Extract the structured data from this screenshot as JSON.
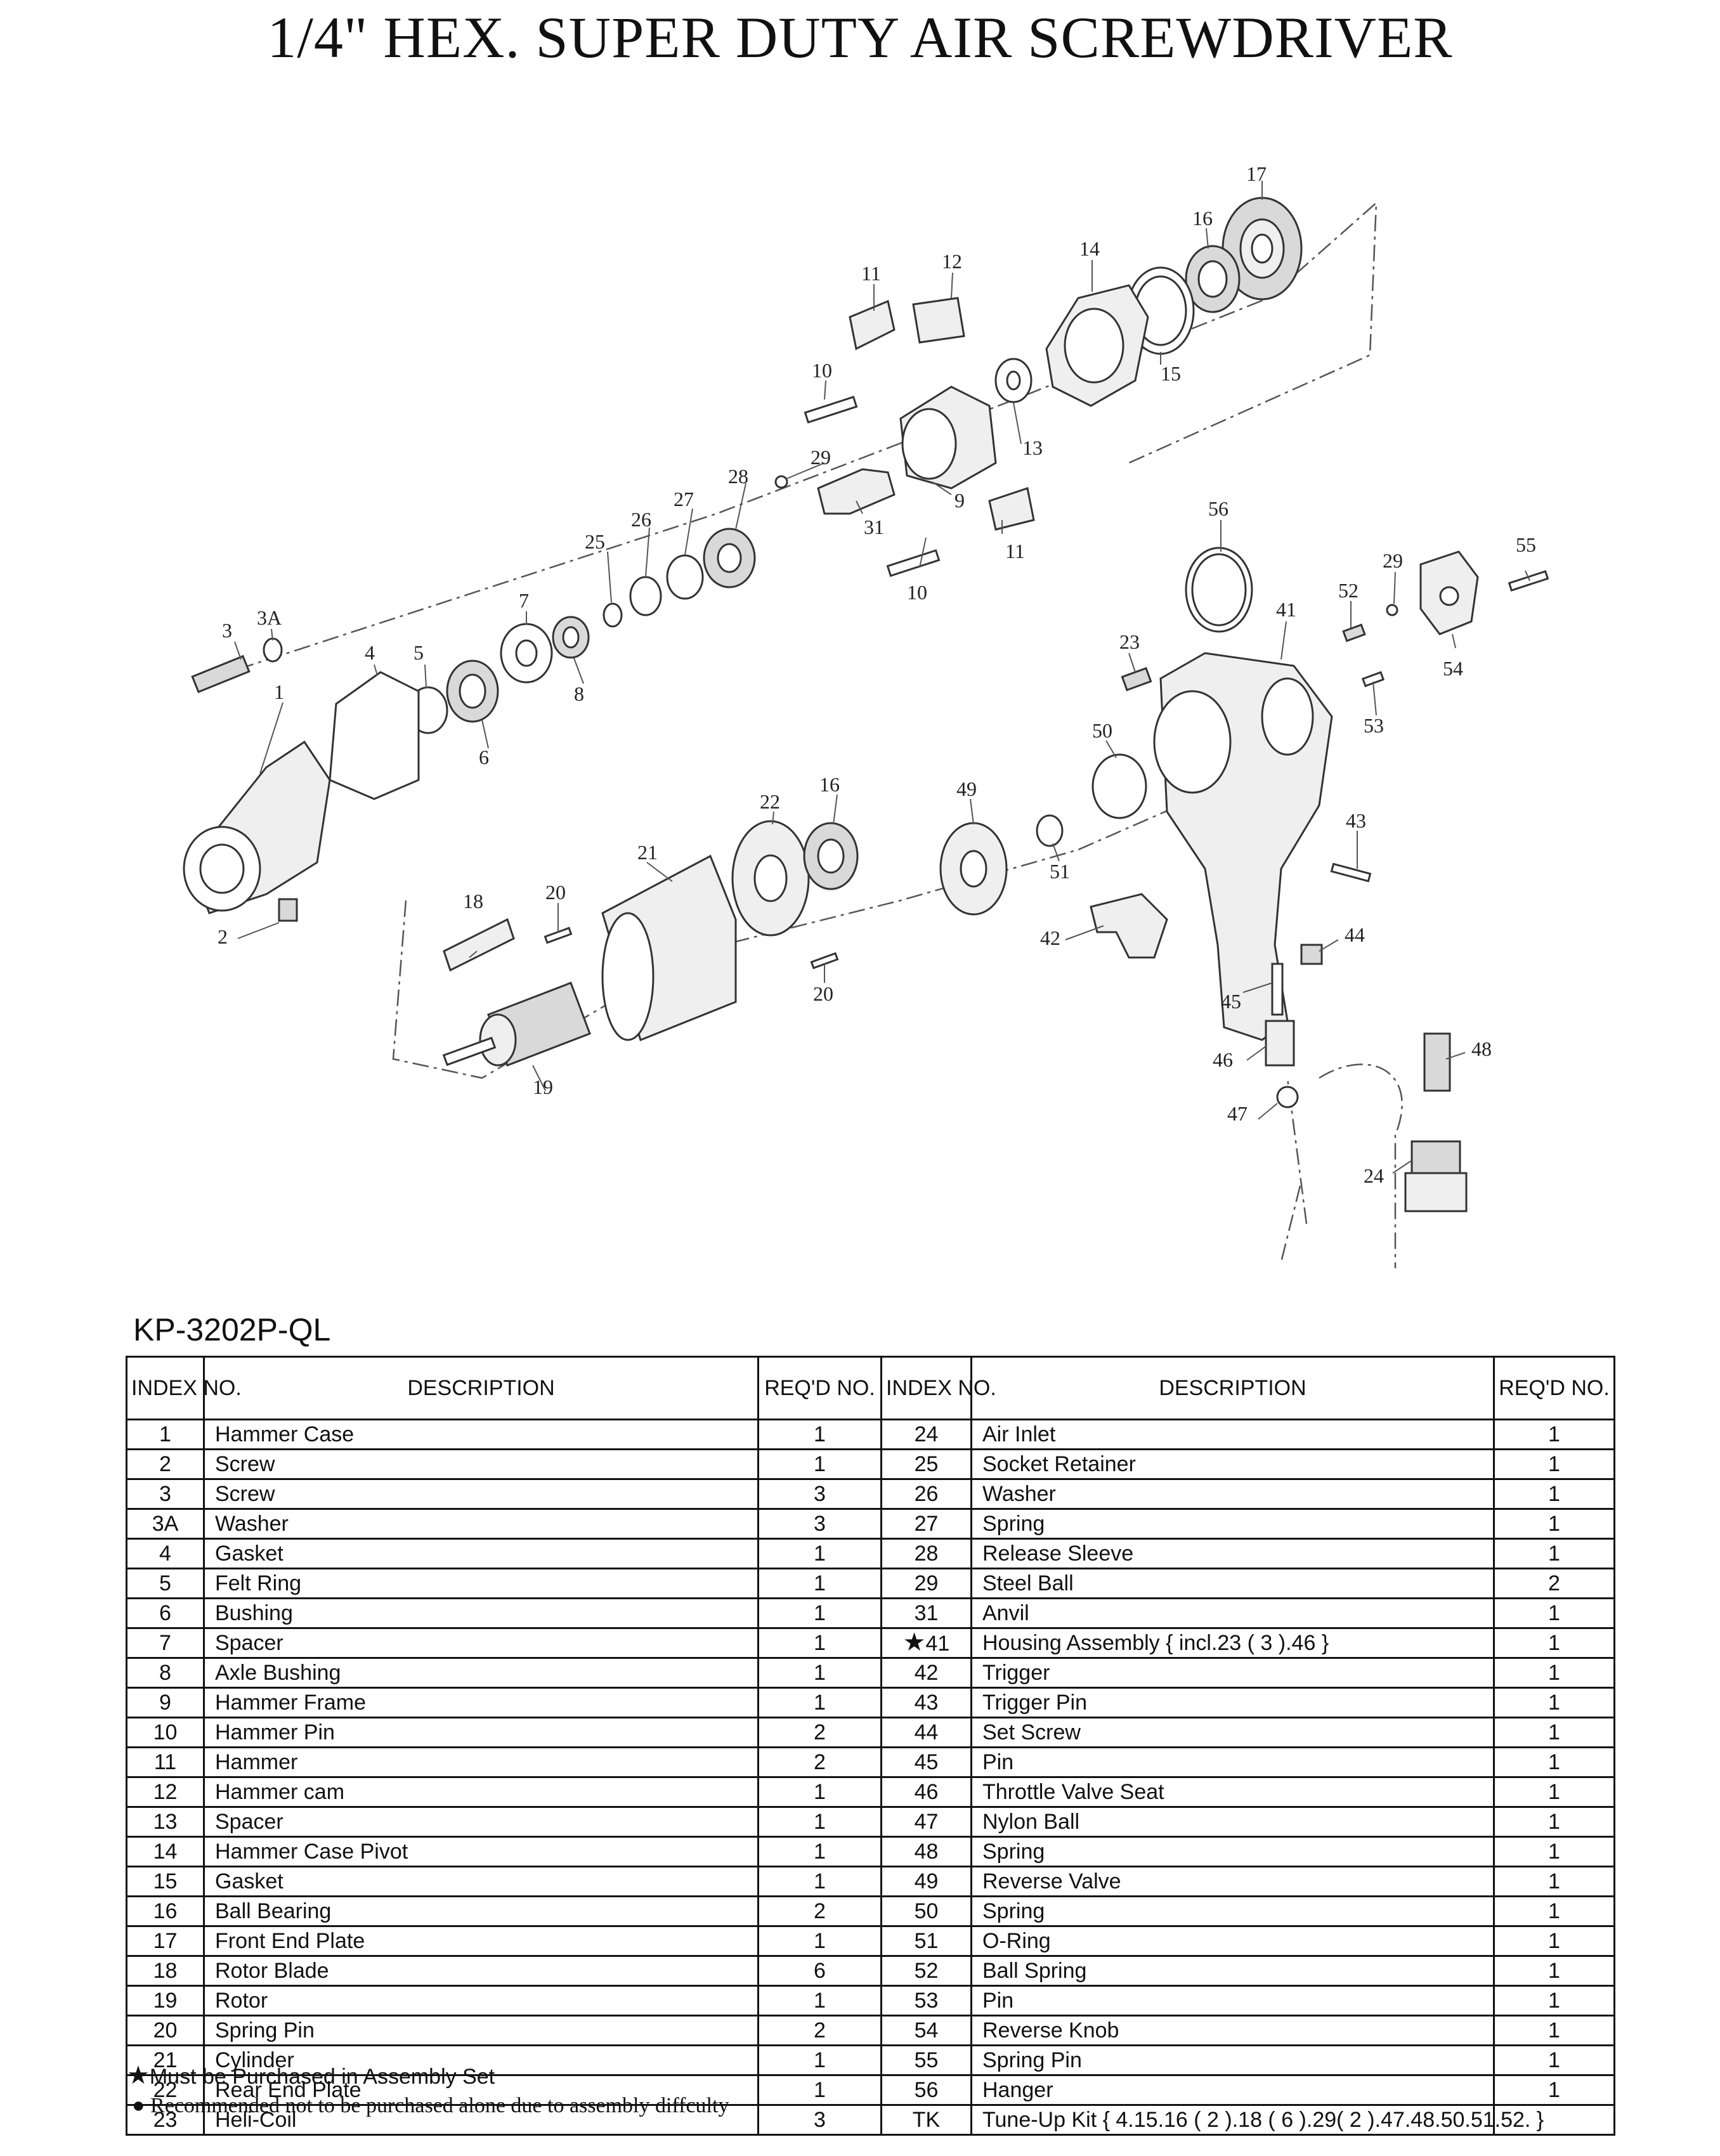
{
  "title": "1/4\" HEX. SUPER DUTY AIR SCREWDRIVER",
  "model": "KP-3202P-QL",
  "columns": {
    "index_label": "INDEX NO.",
    "description": "DESCRIPTION",
    "reqd_label": "REQ'D NO."
  },
  "parts_left": [
    {
      "index": "1",
      "description": "Hammer Case",
      "qty": "1"
    },
    {
      "index": "2",
      "description": "Screw",
      "qty": "1"
    },
    {
      "index": "3",
      "description": "Screw",
      "qty": "3"
    },
    {
      "index": "3A",
      "description": "Washer",
      "qty": "3"
    },
    {
      "index": "4",
      "description": "Gasket",
      "qty": "1"
    },
    {
      "index": "5",
      "description": "Felt Ring",
      "qty": "1"
    },
    {
      "index": "6",
      "description": "Bushing",
      "qty": "1"
    },
    {
      "index": "7",
      "description": "Spacer",
      "qty": "1"
    },
    {
      "index": "8",
      "description": "Axle Bushing",
      "qty": "1"
    },
    {
      "index": "9",
      "description": "Hammer Frame",
      "qty": "1"
    },
    {
      "index": "10",
      "description": "Hammer Pin",
      "qty": "2"
    },
    {
      "index": "11",
      "description": "Hammer",
      "qty": "2"
    },
    {
      "index": "12",
      "description": "Hammer cam",
      "qty": "1"
    },
    {
      "index": "13",
      "description": "Spacer",
      "qty": "1"
    },
    {
      "index": "14",
      "description": "Hammer Case Pivot",
      "qty": "1"
    },
    {
      "index": "15",
      "description": "Gasket",
      "qty": "1"
    },
    {
      "index": "16",
      "description": "Ball Bearing",
      "qty": "2"
    },
    {
      "index": "17",
      "description": "Front End Plate",
      "qty": "1"
    },
    {
      "index": "18",
      "description": "Rotor Blade",
      "qty": "6"
    },
    {
      "index": "19",
      "description": "Rotor",
      "qty": "1"
    },
    {
      "index": "20",
      "description": "Spring Pin",
      "qty": "2"
    },
    {
      "index": "21",
      "description": "Cylinder",
      "qty": "1"
    },
    {
      "index": "22",
      "description": "Rear End Plate",
      "qty": "1"
    },
    {
      "index": "23",
      "description": "Heli-Coil",
      "qty": "3"
    }
  ],
  "parts_right": [
    {
      "index": "24",
      "description": "Air Inlet",
      "qty": "1",
      "star": ""
    },
    {
      "index": "25",
      "description": "Socket Retainer",
      "qty": "1",
      "star": ""
    },
    {
      "index": "26",
      "description": "Washer",
      "qty": "1",
      "star": ""
    },
    {
      "index": "27",
      "description": "Spring",
      "qty": "1",
      "star": ""
    },
    {
      "index": "28",
      "description": "Release Sleeve",
      "qty": "1",
      "star": ""
    },
    {
      "index": "29",
      "description": "Steel Ball",
      "qty": "2",
      "star": ""
    },
    {
      "index": "31",
      "description": "Anvil",
      "qty": "1",
      "star": ""
    },
    {
      "index": "41",
      "description": "Housing Assembly { incl.23 ( 3 ).46 }",
      "qty": "1",
      "star": "★"
    },
    {
      "index": "42",
      "description": "Trigger",
      "qty": "1",
      "star": ""
    },
    {
      "index": "43",
      "description": "Trigger Pin",
      "qty": "1",
      "star": ""
    },
    {
      "index": "44",
      "description": "Set Screw",
      "qty": "1",
      "star": ""
    },
    {
      "index": "45",
      "description": "Pin",
      "qty": "1",
      "star": ""
    },
    {
      "index": "46",
      "description": "Throttle Valve Seat",
      "qty": "1",
      "star": ""
    },
    {
      "index": "47",
      "description": "Nylon Ball",
      "qty": "1",
      "star": ""
    },
    {
      "index": "48",
      "description": "Spring",
      "qty": "1",
      "star": ""
    },
    {
      "index": "49",
      "description": "Reverse Valve",
      "qty": "1",
      "star": ""
    },
    {
      "index": "50",
      "description": "Spring",
      "qty": "1",
      "star": ""
    },
    {
      "index": "51",
      "description": "O-Ring",
      "qty": "1",
      "star": ""
    },
    {
      "index": "52",
      "description": "Ball Spring",
      "qty": "1",
      "star": ""
    },
    {
      "index": "53",
      "description": "Pin",
      "qty": "1",
      "star": ""
    },
    {
      "index": "54",
      "description": "Reverse Knob",
      "qty": "1",
      "star": ""
    },
    {
      "index": "55",
      "description": "Spring Pin",
      "qty": "1",
      "star": ""
    },
    {
      "index": "56",
      "description": "Hanger",
      "qty": "1",
      "star": ""
    },
    {
      "index": "TK",
      "description": "Tune-Up Kit { 4.15.16 ( 2 ).18 ( 6 ).29( 2 ).47.48.50.51.52. }",
      "qty": "",
      "star": ""
    }
  ],
  "notes": {
    "star_symbol": "★",
    "star_note": "Must be Purchased in Assembly Set",
    "dot_symbol": "●",
    "dot_note": "Recommended not to be purchased alone due to assembly diffculty"
  },
  "callouts": [
    {
      "label": "17"
    },
    {
      "label": "16"
    },
    {
      "label": "14"
    },
    {
      "label": "12"
    },
    {
      "label": "11"
    },
    {
      "label": "15"
    },
    {
      "label": "10"
    },
    {
      "label": "13"
    },
    {
      "label": "29"
    },
    {
      "label": "28"
    },
    {
      "label": "9"
    },
    {
      "label": "31"
    },
    {
      "label": "27"
    },
    {
      "label": "26"
    },
    {
      "label": "25"
    },
    {
      "label": "11"
    },
    {
      "label": "10"
    },
    {
      "label": "56"
    },
    {
      "label": "55"
    },
    {
      "label": "29"
    },
    {
      "label": "52"
    },
    {
      "label": "3A"
    },
    {
      "label": "7"
    },
    {
      "label": "41"
    },
    {
      "label": "3"
    },
    {
      "label": "23"
    },
    {
      "label": "54"
    },
    {
      "label": "4"
    },
    {
      "label": "5"
    },
    {
      "label": "8"
    },
    {
      "label": "1"
    },
    {
      "label": "53"
    },
    {
      "label": "6"
    },
    {
      "label": "50"
    },
    {
      "label": "16"
    },
    {
      "label": "22"
    },
    {
      "label": "49"
    },
    {
      "label": "43"
    },
    {
      "label": "21"
    },
    {
      "label": "20"
    },
    {
      "label": "51"
    },
    {
      "label": "18"
    },
    {
      "label": "42"
    },
    {
      "label": "44"
    },
    {
      "label": "2"
    },
    {
      "label": "20"
    },
    {
      "label": "45"
    },
    {
      "label": "48"
    },
    {
      "label": "46"
    },
    {
      "label": "19"
    },
    {
      "label": "47"
    },
    {
      "label": "24"
    }
  ]
}
